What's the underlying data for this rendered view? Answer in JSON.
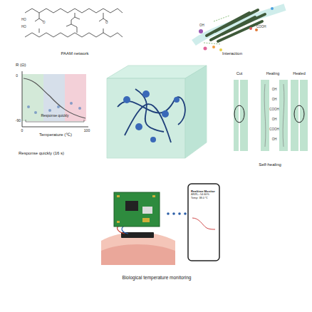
{
  "diagram": {
    "nodes": [
      {
        "text": [
          "Realtime Monitor",
          "ΔR/R₀:-54.60%",
          "Temp: 38.0 ℃"
        ]
      }
    ],
    "labels": [
      "HO",
      "O",
      "O",
      "HO",
      "PAAM network",
      "COOH",
      "OH",
      "Interaction",
      "R (Ω)",
      "0",
      "-90",
      "Response quickly",
      "0",
      "Temperature (℃)",
      "100",
      "Response quickly (16 s)",
      "Cut",
      "Healing",
      "Healed",
      "OH",
      "OH",
      "COOH",
      "OH",
      "COOH",
      "OH",
      "Self-healing",
      "Biological temperature monitoring"
    ]
  }
}
